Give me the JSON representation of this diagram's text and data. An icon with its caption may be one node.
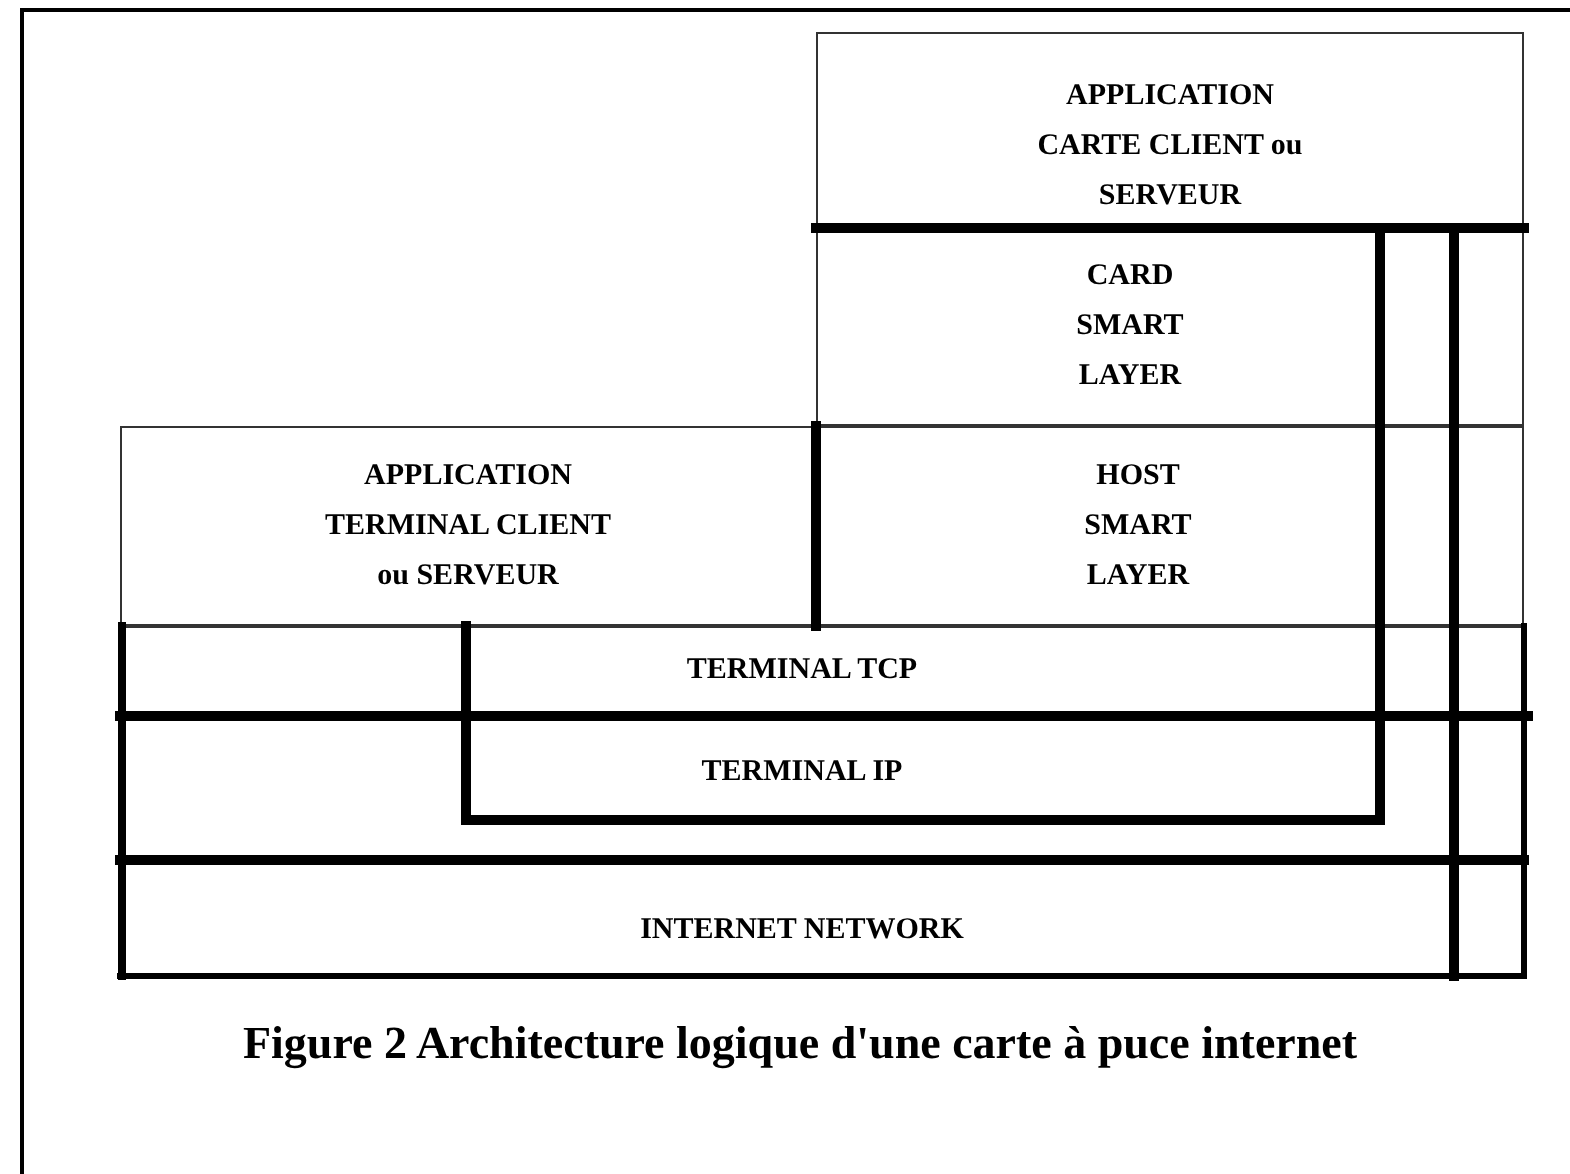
{
  "diagram": {
    "caption": "Figure 2 Architecture logique d'une carte à puce internet",
    "nodes": [
      {
        "text": [
          "APPLICATION CARTE CLIENT ou SERVEUR"
        ]
      },
      {
        "text": [
          "CARD SMART LAYER"
        ]
      },
      {
        "text": [
          "APPLICATION TERMINAL CLIENT ou SERVEUR"
        ]
      },
      {
        "text": [
          "HOST SMART LAYER"
        ]
      },
      {
        "text": [
          "TERMINAL TCP"
        ]
      },
      {
        "text": [
          "TERMINAL IP"
        ]
      },
      {
        "text": [
          "INTERNET NETWORK"
        ]
      }
    ]
  }
}
